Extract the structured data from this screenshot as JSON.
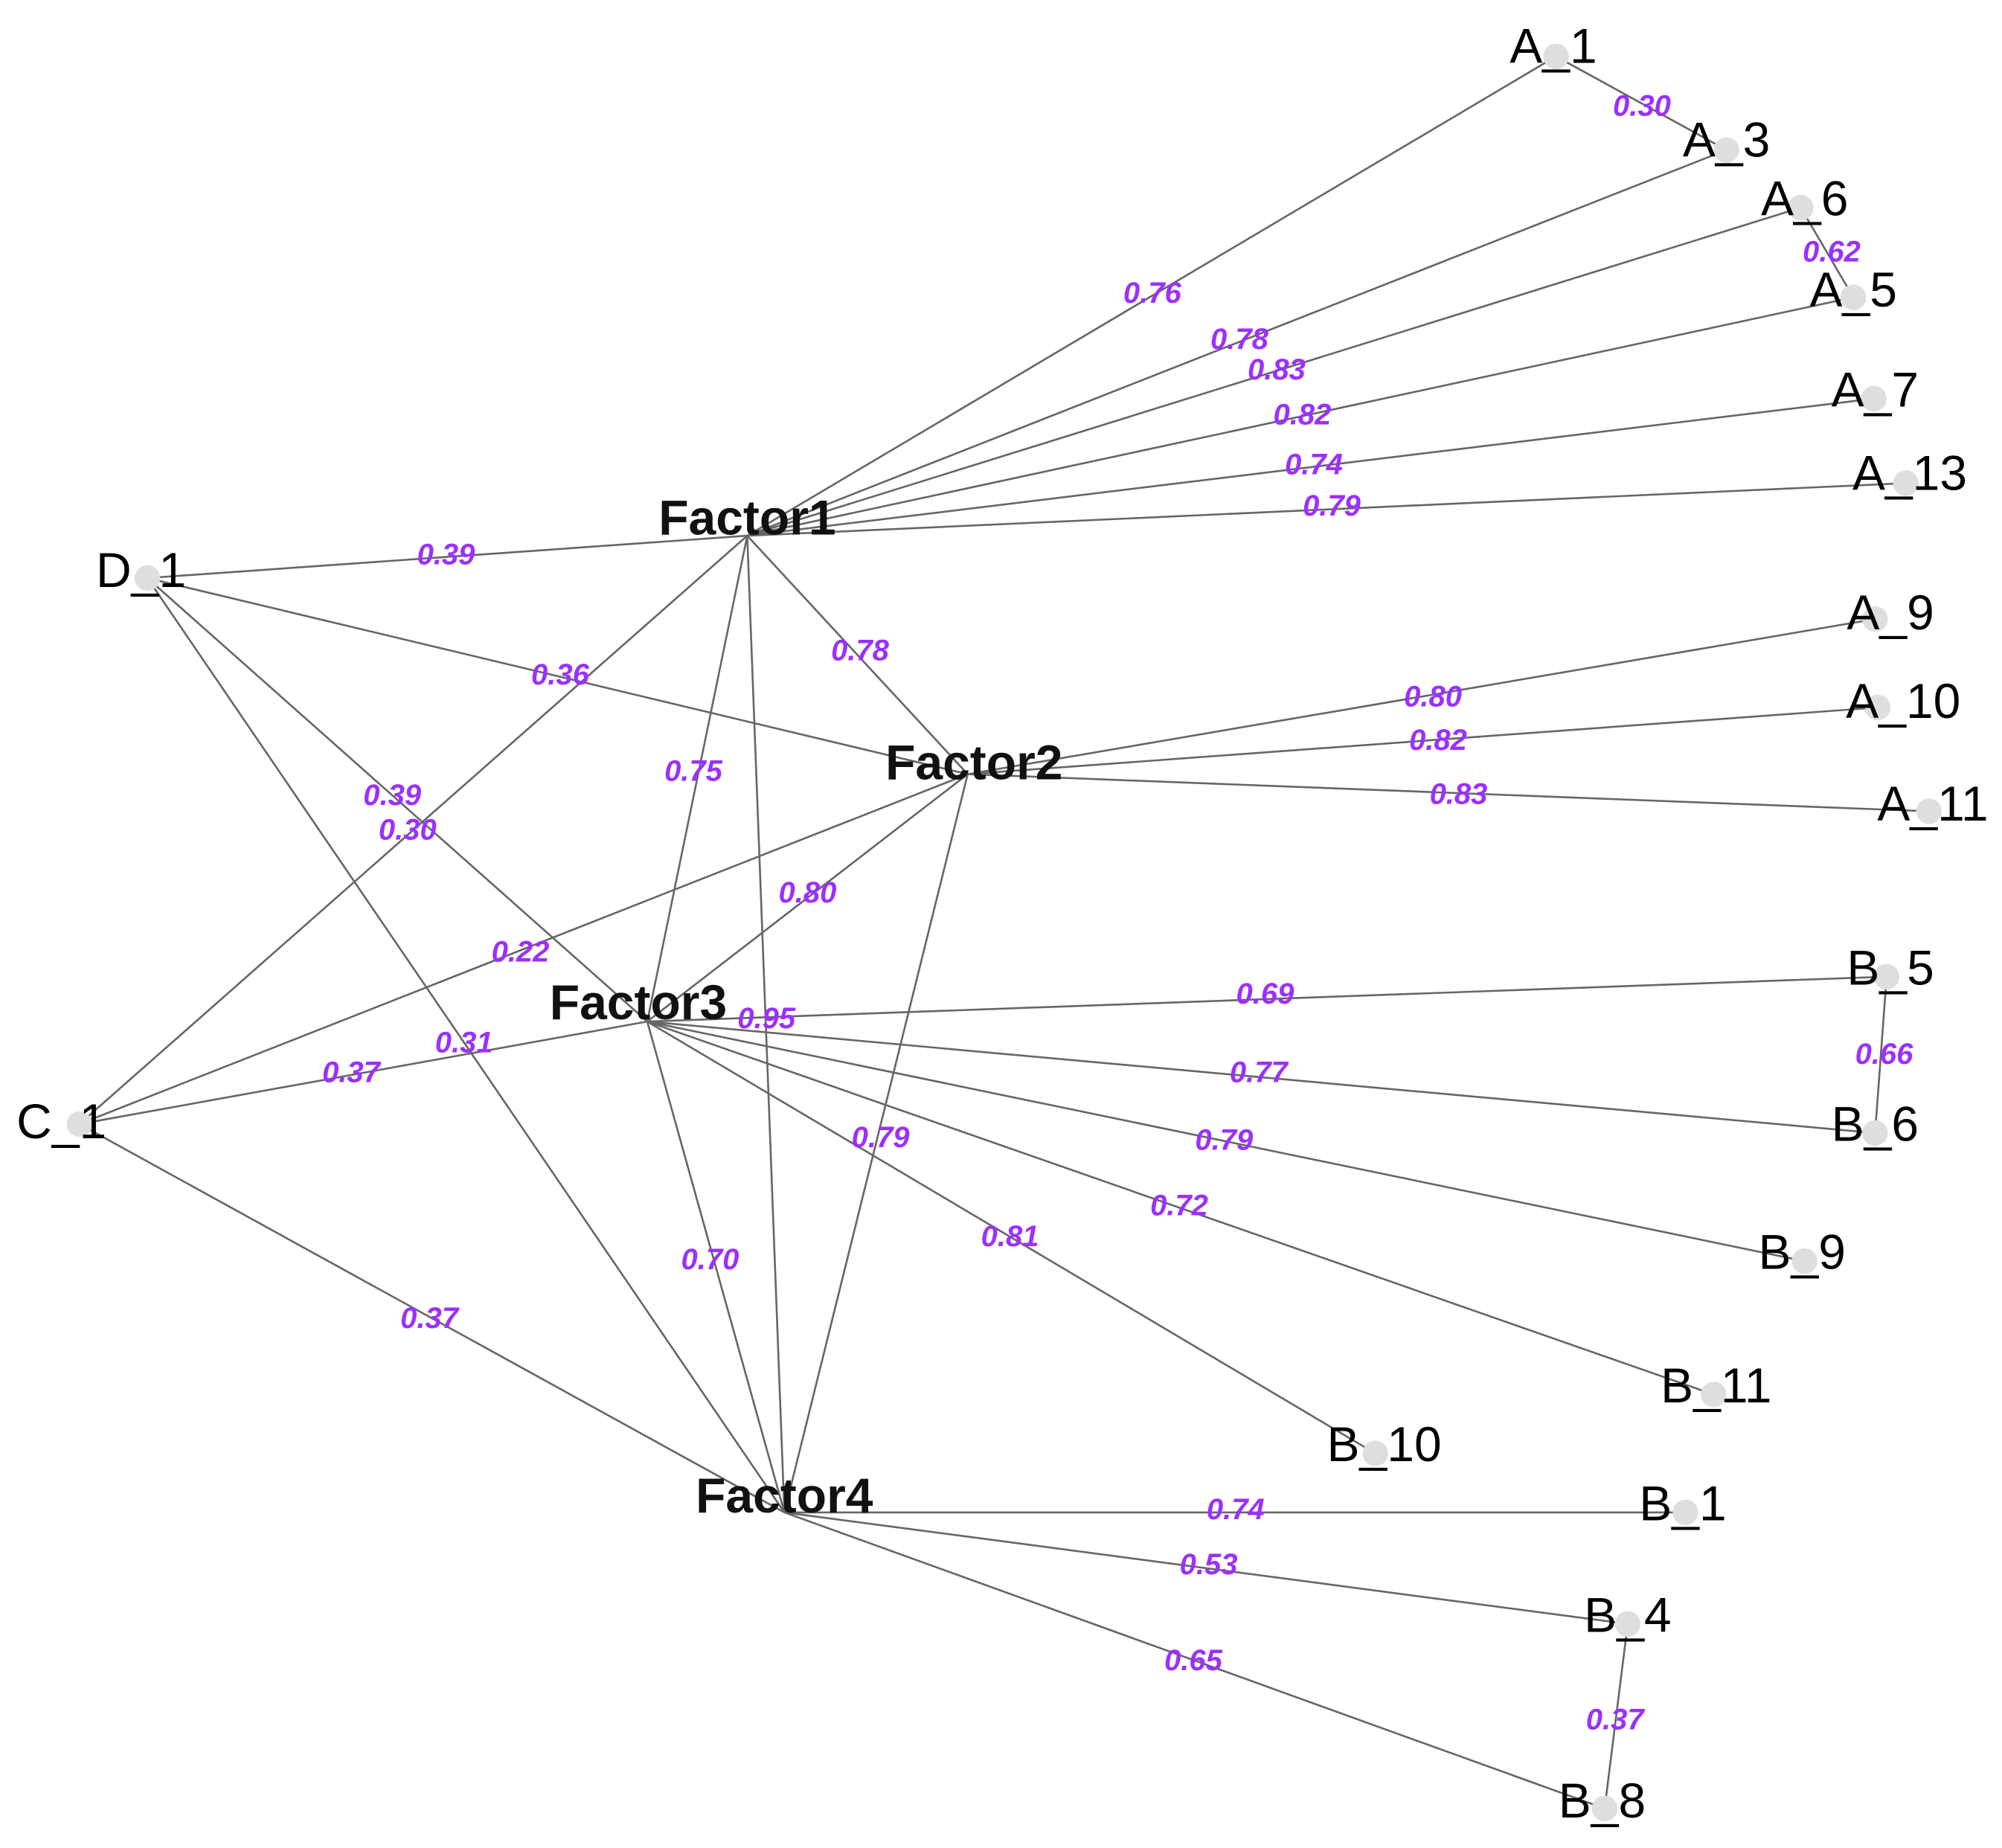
{
  "colors": {
    "edge": "#666666",
    "edge_label": "#9b30ff",
    "node_dot": "#dedede",
    "text": "#000000"
  },
  "nodes": [
    {
      "id": "Factor1",
      "label": "Factor1",
      "kind": "factor"
    },
    {
      "id": "Factor2",
      "label": "Factor2",
      "kind": "factor"
    },
    {
      "id": "Factor3",
      "label": "Factor3",
      "kind": "factor"
    },
    {
      "id": "Factor4",
      "label": "Factor4",
      "kind": "factor"
    },
    {
      "id": "D_1",
      "label": "D_1",
      "kind": "item"
    },
    {
      "id": "C_1",
      "label": "C_1",
      "kind": "item"
    },
    {
      "id": "A_1",
      "label": "A_1",
      "kind": "item"
    },
    {
      "id": "A_3",
      "label": "A_3",
      "kind": "item"
    },
    {
      "id": "A_6",
      "label": "A_6",
      "kind": "item"
    },
    {
      "id": "A_5",
      "label": "A_5",
      "kind": "item"
    },
    {
      "id": "A_7",
      "label": "A_7",
      "kind": "item"
    },
    {
      "id": "A_13",
      "label": "A_13",
      "kind": "item"
    },
    {
      "id": "A_9",
      "label": "A_9",
      "kind": "item"
    },
    {
      "id": "A_10",
      "label": "A_10",
      "kind": "item"
    },
    {
      "id": "A_11",
      "label": "A_11",
      "kind": "item"
    },
    {
      "id": "B_5",
      "label": "B_5",
      "kind": "item"
    },
    {
      "id": "B_6",
      "label": "B_6",
      "kind": "item"
    },
    {
      "id": "B_9",
      "label": "B_9",
      "kind": "item"
    },
    {
      "id": "B_11",
      "label": "B_11",
      "kind": "item"
    },
    {
      "id": "B_10",
      "label": "B_10",
      "kind": "item"
    },
    {
      "id": "B_1",
      "label": "B_1",
      "kind": "item"
    },
    {
      "id": "B_4",
      "label": "B_4",
      "kind": "item"
    },
    {
      "id": "B_8",
      "label": "B_8",
      "kind": "item"
    }
  ],
  "edges": [
    {
      "from": "Factor1",
      "to": "A_1",
      "label": "0.76"
    },
    {
      "from": "Factor1",
      "to": "A_3",
      "label": "0.78"
    },
    {
      "from": "Factor1",
      "to": "A_6",
      "label": "0.83"
    },
    {
      "from": "Factor1",
      "to": "A_5",
      "label": "0.82"
    },
    {
      "from": "Factor1",
      "to": "A_7",
      "label": "0.74"
    },
    {
      "from": "Factor1",
      "to": "A_13",
      "label": "0.79"
    },
    {
      "from": "A_1",
      "to": "A_3",
      "label": "0.30"
    },
    {
      "from": "A_6",
      "to": "A_5",
      "label": "0.62"
    },
    {
      "from": "D_1",
      "to": "Factor1",
      "label": "0.39"
    },
    {
      "from": "D_1",
      "to": "Factor2",
      "label": "0.36"
    },
    {
      "from": "D_1",
      "to": "Factor3",
      "label": "0.39"
    },
    {
      "from": "D_1",
      "to": "Factor4",
      "label": "0.31"
    },
    {
      "from": "Factor1",
      "to": "Factor2",
      "label": "0.78"
    },
    {
      "from": "Factor1",
      "to": "Factor3",
      "label": "0.75"
    },
    {
      "from": "Factor1",
      "to": "Factor4",
      "label": "0.95"
    },
    {
      "from": "Factor1",
      "to": "C_1",
      "label": "0.30"
    },
    {
      "from": "Factor2",
      "to": "A_9",
      "label": "0.80"
    },
    {
      "from": "Factor2",
      "to": "A_10",
      "label": "0.82"
    },
    {
      "from": "Factor2",
      "to": "A_11",
      "label": "0.83"
    },
    {
      "from": "Factor2",
      "to": "Factor3",
      "label": "0.80"
    },
    {
      "from": "Factor2",
      "to": "C_1",
      "label": "0.22"
    },
    {
      "from": "Factor2",
      "to": "Factor4",
      "label": "0.79"
    },
    {
      "from": "Factor3",
      "to": "C_1",
      "label": "0.37"
    },
    {
      "from": "Factor3",
      "to": "Factor4",
      "label": "0.70"
    },
    {
      "from": "Factor3",
      "to": "B_5",
      "label": "0.69"
    },
    {
      "from": "Factor3",
      "to": "B_6",
      "label": "0.77"
    },
    {
      "from": "Factor3",
      "to": "B_9",
      "label": "0.79"
    },
    {
      "from": "Factor3",
      "to": "B_11",
      "label": "0.72"
    },
    {
      "from": "Factor3",
      "to": "B_10",
      "label": "0.81"
    },
    {
      "from": "B_5",
      "to": "B_6",
      "label": "0.66"
    },
    {
      "from": "C_1",
      "to": "Factor4",
      "label": "0.37"
    },
    {
      "from": "Factor4",
      "to": "B_1",
      "label": "0.74"
    },
    {
      "from": "Factor4",
      "to": "B_4",
      "label": "0.53"
    },
    {
      "from": "Factor4",
      "to": "B_8",
      "label": "0.65"
    },
    {
      "from": "B_4",
      "to": "B_8",
      "label": "0.37"
    }
  ]
}
